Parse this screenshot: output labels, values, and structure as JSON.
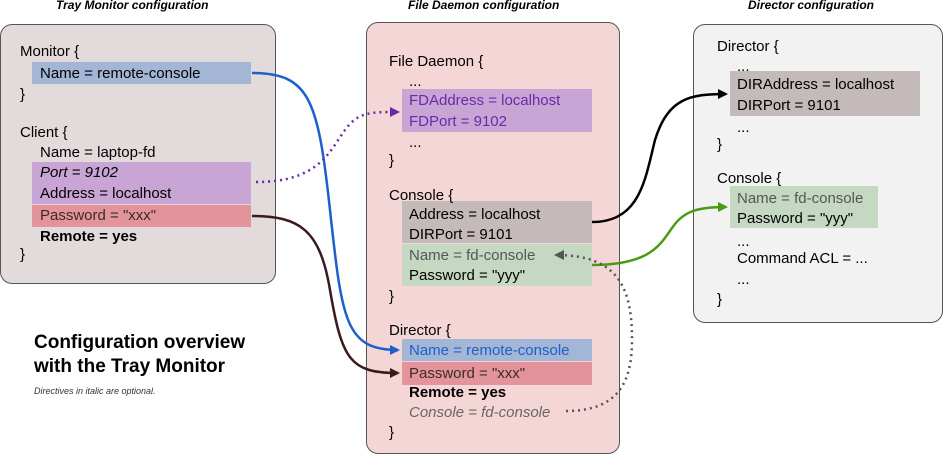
{
  "titles": {
    "tray": "Tray Monitor configuration",
    "fd": "File Daemon configuration",
    "dir": "Director configuration"
  },
  "tray": {
    "monitor_open": "Monitor {",
    "monitor_name": "Name = remote-console",
    "monitor_close": "}",
    "client_open": "Client {",
    "client_name": "Name = laptop-fd",
    "client_port": "Port = 9102",
    "client_address": "Address = localhost",
    "client_password": "Password = \"xxx\"",
    "client_remote": "Remote = yes",
    "client_close": "}"
  },
  "fd": {
    "fd_open": "File Daemon {",
    "fd_dots1": "...",
    "fd_address": "FDAddress = localhost",
    "fd_port": "FDPort = 9102",
    "fd_dots2": "...",
    "fd_close": "}",
    "console_open": "Console {",
    "console_address": "Address = localhost",
    "console_dirport": "DIRPort = 9101",
    "console_name": "Name = fd-console",
    "console_password": "Password = \"yyy\"",
    "console_close": "}",
    "director_open": "Director {",
    "director_name": "Name = remote-console",
    "director_password": "Password = \"xxx\"",
    "director_remote": "Remote = yes",
    "director_console": "Console = fd-console",
    "director_close": "}"
  },
  "dir": {
    "director_open": "Director {",
    "director_dots1": "...",
    "director_address": "DIRAddress = localhost",
    "director_port": "DIRPort = 9101",
    "director_dots2": "...",
    "director_close": "}",
    "console_open": "Console {",
    "console_name": "Name = fd-console",
    "console_password": "Password = \"yyy\"",
    "console_dots1": "...",
    "console_acl": "Command ACL = ...",
    "console_dots2": "...",
    "console_close": "}"
  },
  "overview": {
    "title_line1": "Configuration overview",
    "title_line2": "with the Tray Monitor",
    "note": "Directives in italic are optional."
  },
  "colors": {
    "tray_panel": "#e3dbdb",
    "fd_panel": "#f4d6d6",
    "dir_panel": "#f2f2f2",
    "blue_hl": "#a3b6d6",
    "purple_hl": "#c8a5d4",
    "red_hl": "#e2949a",
    "gray_hl": "#c4baba",
    "green_hl": "#c5d9c2",
    "arrow_blue": "#1d5fcc",
    "arrow_purple": "#6a2aa8",
    "arrow_dark": "#3a1a1a",
    "arrow_green": "#4a9a12"
  }
}
